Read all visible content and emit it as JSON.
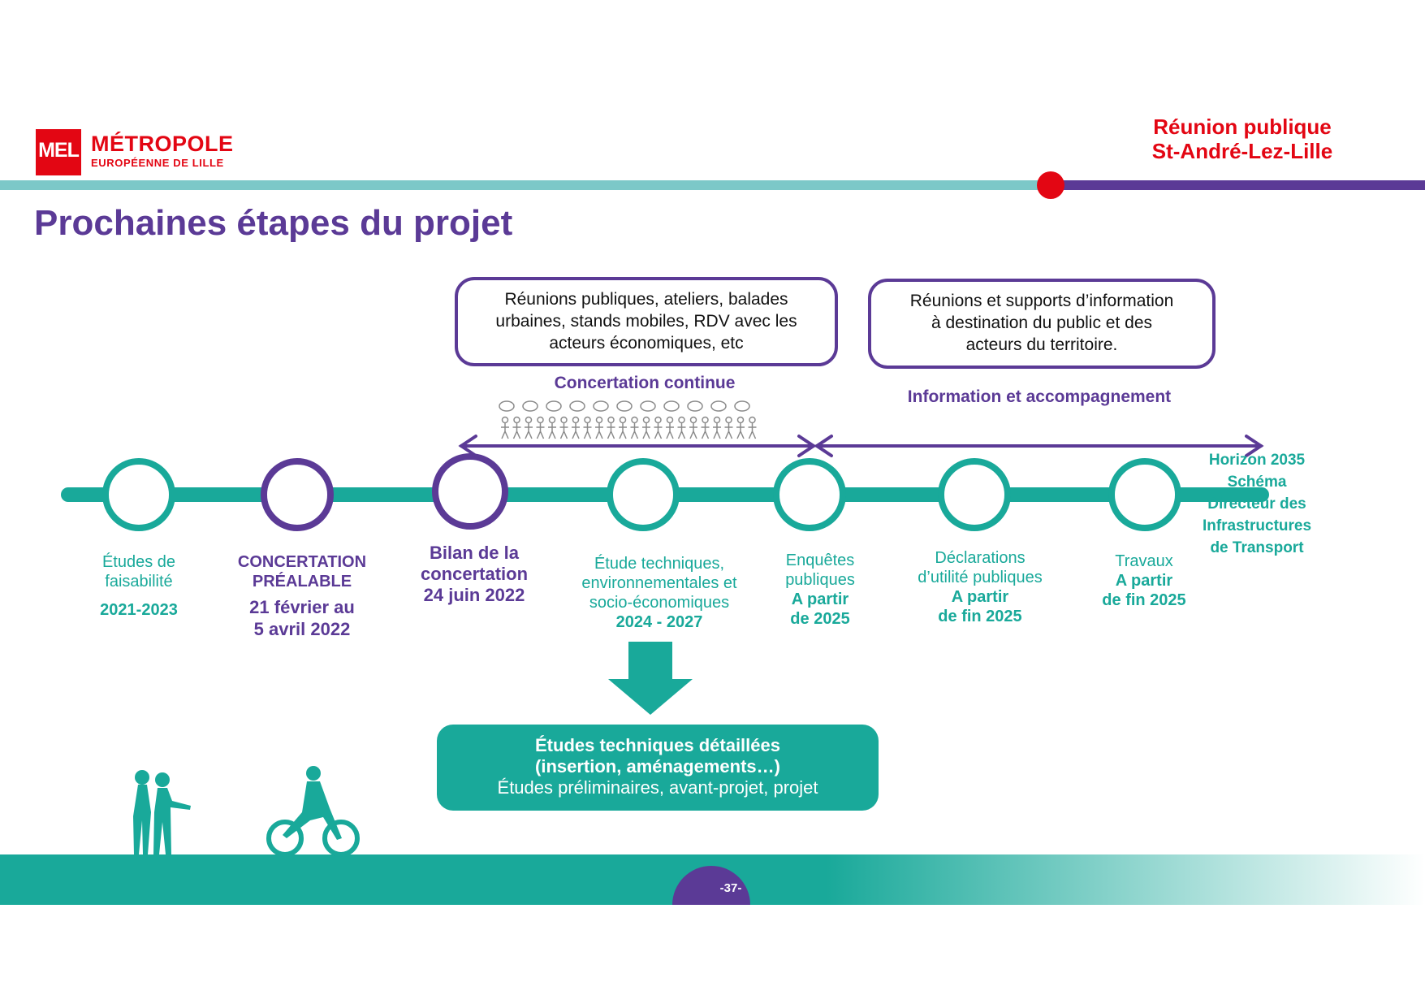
{
  "colors": {
    "red": "#e30613",
    "purple": "#5b3a96",
    "teal": "#19a99a",
    "light_teal": "#7cc8c8"
  },
  "header": {
    "logo_mark": "MEL",
    "logo_name": "MÉTROPOLE",
    "logo_sub": "EUROPÉENNE DE LILLE",
    "meeting_line1": "Réunion publique",
    "meeting_line2": "St-André-Lez-Lille"
  },
  "title": "Prochaines étapes du projet",
  "bubbles": {
    "concertation": [
      "Réunions publiques, ateliers, balades",
      "urbaines, stands mobiles, RDV avec les",
      "acteurs économiques, etc"
    ],
    "information": [
      "Réunions et supports d’information",
      "à destination du public et des",
      "acteurs du territoire."
    ]
  },
  "bands": {
    "concertation": "Concertation continue",
    "information": "Information et accompagnement"
  },
  "steps": [
    {
      "lines": [
        "Études de",
        "faisabilité"
      ],
      "date": "2021-2023"
    },
    {
      "lines": [
        "CONCERTATION",
        "PRÉALABLE"
      ],
      "date_lines": [
        "21 février au",
        "5 avril 2022"
      ]
    },
    {
      "lines": [
        "Bilan de la",
        "concertation",
        "24 juin 2022"
      ]
    },
    {
      "lines": [
        "Étude techniques,",
        "environnementales et",
        "socio-économiques"
      ],
      "date": "2024 - 2027"
    },
    {
      "lines": [
        "Enquêtes",
        "publiques"
      ],
      "date_lines": [
        "A partir",
        "de 2025"
      ]
    },
    {
      "lines": [
        "Déclarations",
        "d’utilité publiques"
      ],
      "date_lines": [
        "A partir",
        "de fin 2025"
      ]
    },
    {
      "lines": [
        "Travaux"
      ],
      "date_lines": [
        "A partir",
        "de fin 2025"
      ]
    }
  ],
  "horizon": [
    "Horizon 2035",
    "Schéma",
    "Directeur des",
    "Infrastructures",
    "de Transport"
  ],
  "detail_box": {
    "title_line1": "Études techniques détaillées",
    "title_line2": "(insertion, aménagements…)",
    "subtitle": "Études préliminaires, avant-projet, projet"
  },
  "footer": {
    "page_number": "-37-"
  }
}
